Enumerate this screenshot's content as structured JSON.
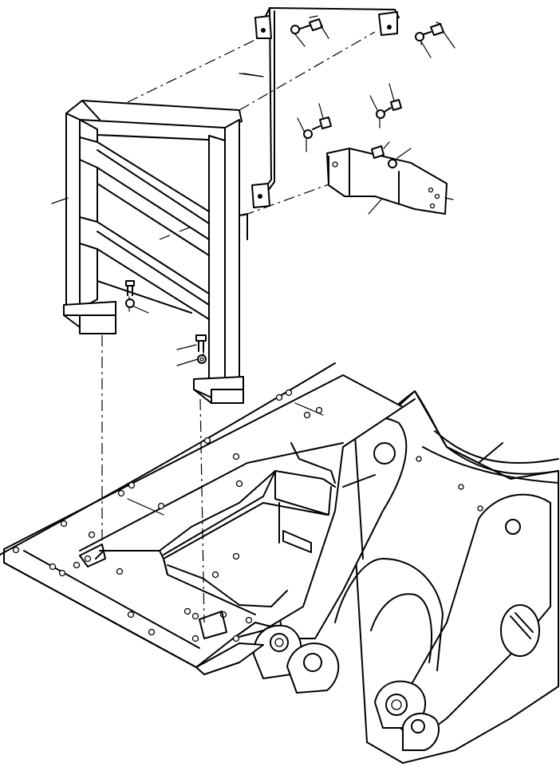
{
  "figure": {
    "kind": "exploded-parts-diagram",
    "line_color": "#000000",
    "background": "#ffffff"
  },
  "parts": [
    {
      "id": "handrail-frame"
    },
    {
      "id": "support-rod"
    },
    {
      "id": "mounting-bracket"
    },
    {
      "id": "platform-deck"
    },
    {
      "id": "boom-mount"
    }
  ]
}
